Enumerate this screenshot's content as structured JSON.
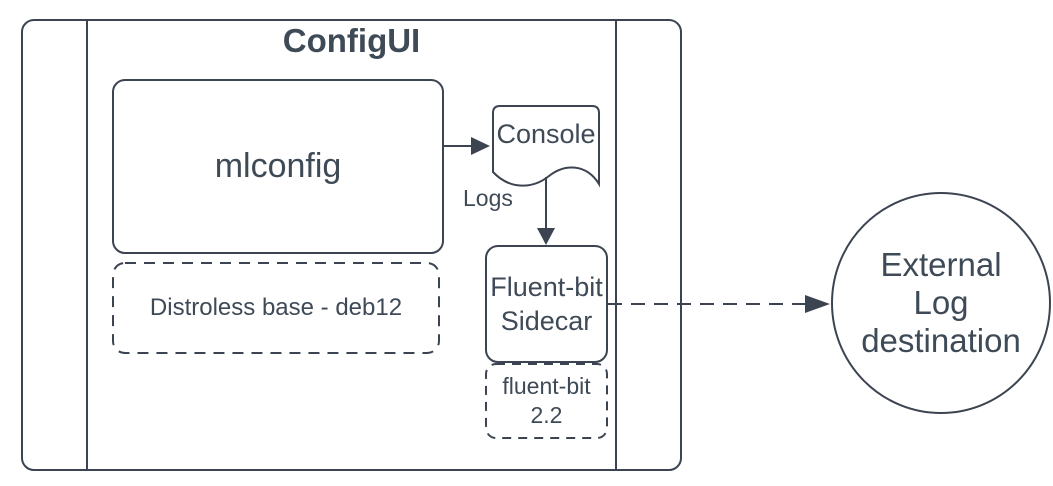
{
  "diagram": {
    "title": "ConfigUI",
    "mlconfig": {
      "label": "mlconfig"
    },
    "distroless": {
      "label": "Distroless base - deb12"
    },
    "console": {
      "label": "Console"
    },
    "logs": {
      "label": "Logs"
    },
    "fluentbit_sidecar": {
      "line1": "Fluent-bit",
      "line2": "Sidecar"
    },
    "fluentbit_version": {
      "line1": "fluent-bit",
      "line2": "2.2"
    },
    "external_destination": {
      "line1": "External",
      "line2": "Log",
      "line3": "destination"
    },
    "colors": {
      "stroke": "#3d4451",
      "text": "#3f4a57",
      "background": "#ffffff"
    }
  }
}
